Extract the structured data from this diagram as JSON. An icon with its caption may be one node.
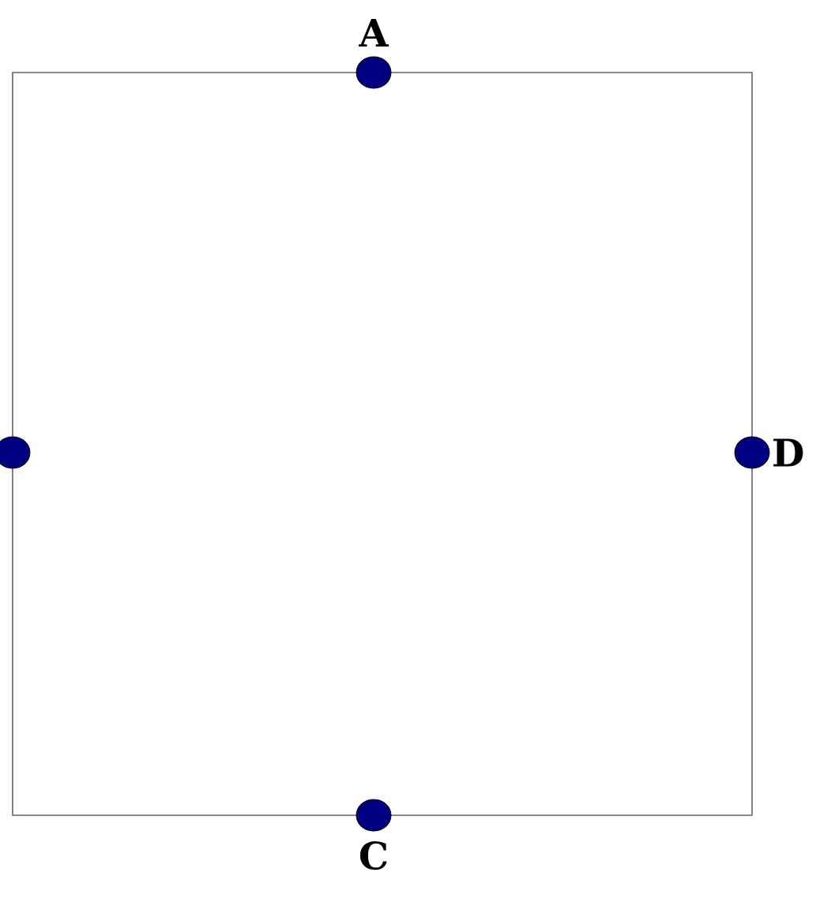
{
  "diagram": {
    "nodes": [
      {
        "text": [],
        "shape": "box"
      },
      {
        "text": [],
        "shape": "circle",
        "beside": [
          "A"
        ]
      },
      {
        "text": [],
        "shape": "circle"
      },
      {
        "text": [],
        "shape": "circle",
        "beside": [
          "D"
        ]
      },
      {
        "text": [],
        "shape": "circle",
        "beside": [
          "C"
        ]
      }
    ]
  }
}
